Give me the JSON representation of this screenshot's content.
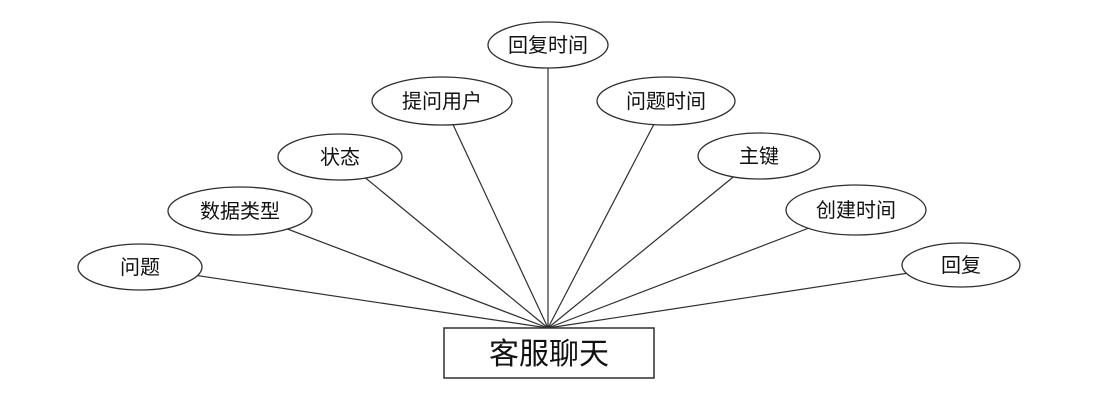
{
  "diagram": {
    "title": "customer-service-chat-er-attribute-diagram",
    "entity": {
      "label": "客服聊天"
    },
    "attributes": [
      {
        "label": "问题"
      },
      {
        "label": "数据类型"
      },
      {
        "label": "状态"
      },
      {
        "label": "提问用户"
      },
      {
        "label": "回复时间"
      },
      {
        "label": "问题时间"
      },
      {
        "label": "主键"
      },
      {
        "label": "创建时间"
      },
      {
        "label": "回复"
      }
    ],
    "colors": {
      "stroke": "#2e2e2e",
      "text": "#111111",
      "background": "#ffffff"
    }
  }
}
